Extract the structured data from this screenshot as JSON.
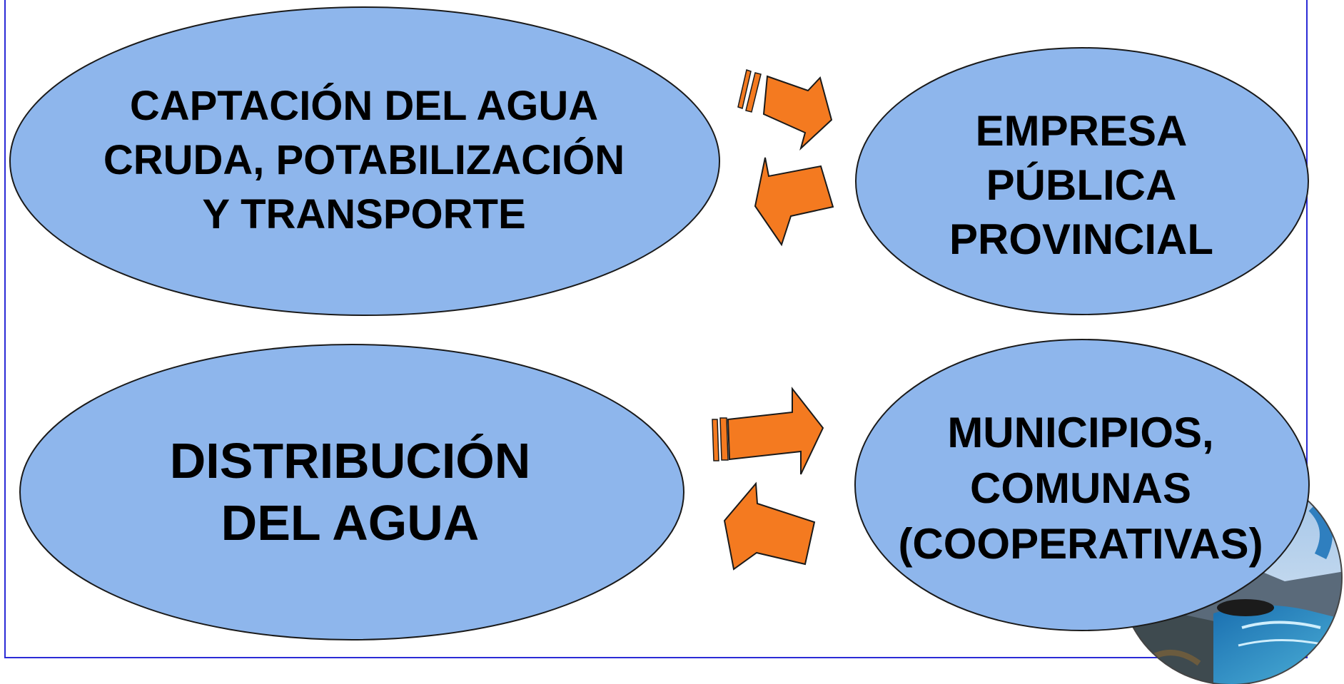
{
  "diagram": {
    "nodes": [
      {
        "id": "captacion",
        "label": "CAPTACIÓN DEL AGUA\nCRUDA, POTABILIZACIÓN\nY TRANSPORTE"
      },
      {
        "id": "empresa",
        "label": "EMPRESA\nPÚBLICA\nPROVINCIAL"
      },
      {
        "id": "distribucion",
        "label": "DISTRIBUCIÓN\nDEL AGUA"
      },
      {
        "id": "municipios",
        "label": "MUNICIPIOS,\nCOMUNAS\n(COOPERATIVAS)"
      }
    ],
    "edges": [
      {
        "from": "captacion",
        "to": "empresa"
      },
      {
        "from": "empresa",
        "to": "captacion"
      },
      {
        "from": "distribucion",
        "to": "municipios"
      },
      {
        "from": "municipios",
        "to": "distribucion"
      }
    ]
  },
  "colors": {
    "node_fill": "#8eb6ec",
    "node_stroke": "#1a1a1a",
    "arrow_fill": "#f47a20",
    "frame": "#2b2bd6"
  },
  "decoration": {
    "icon": "earth-water-globe-icon"
  }
}
